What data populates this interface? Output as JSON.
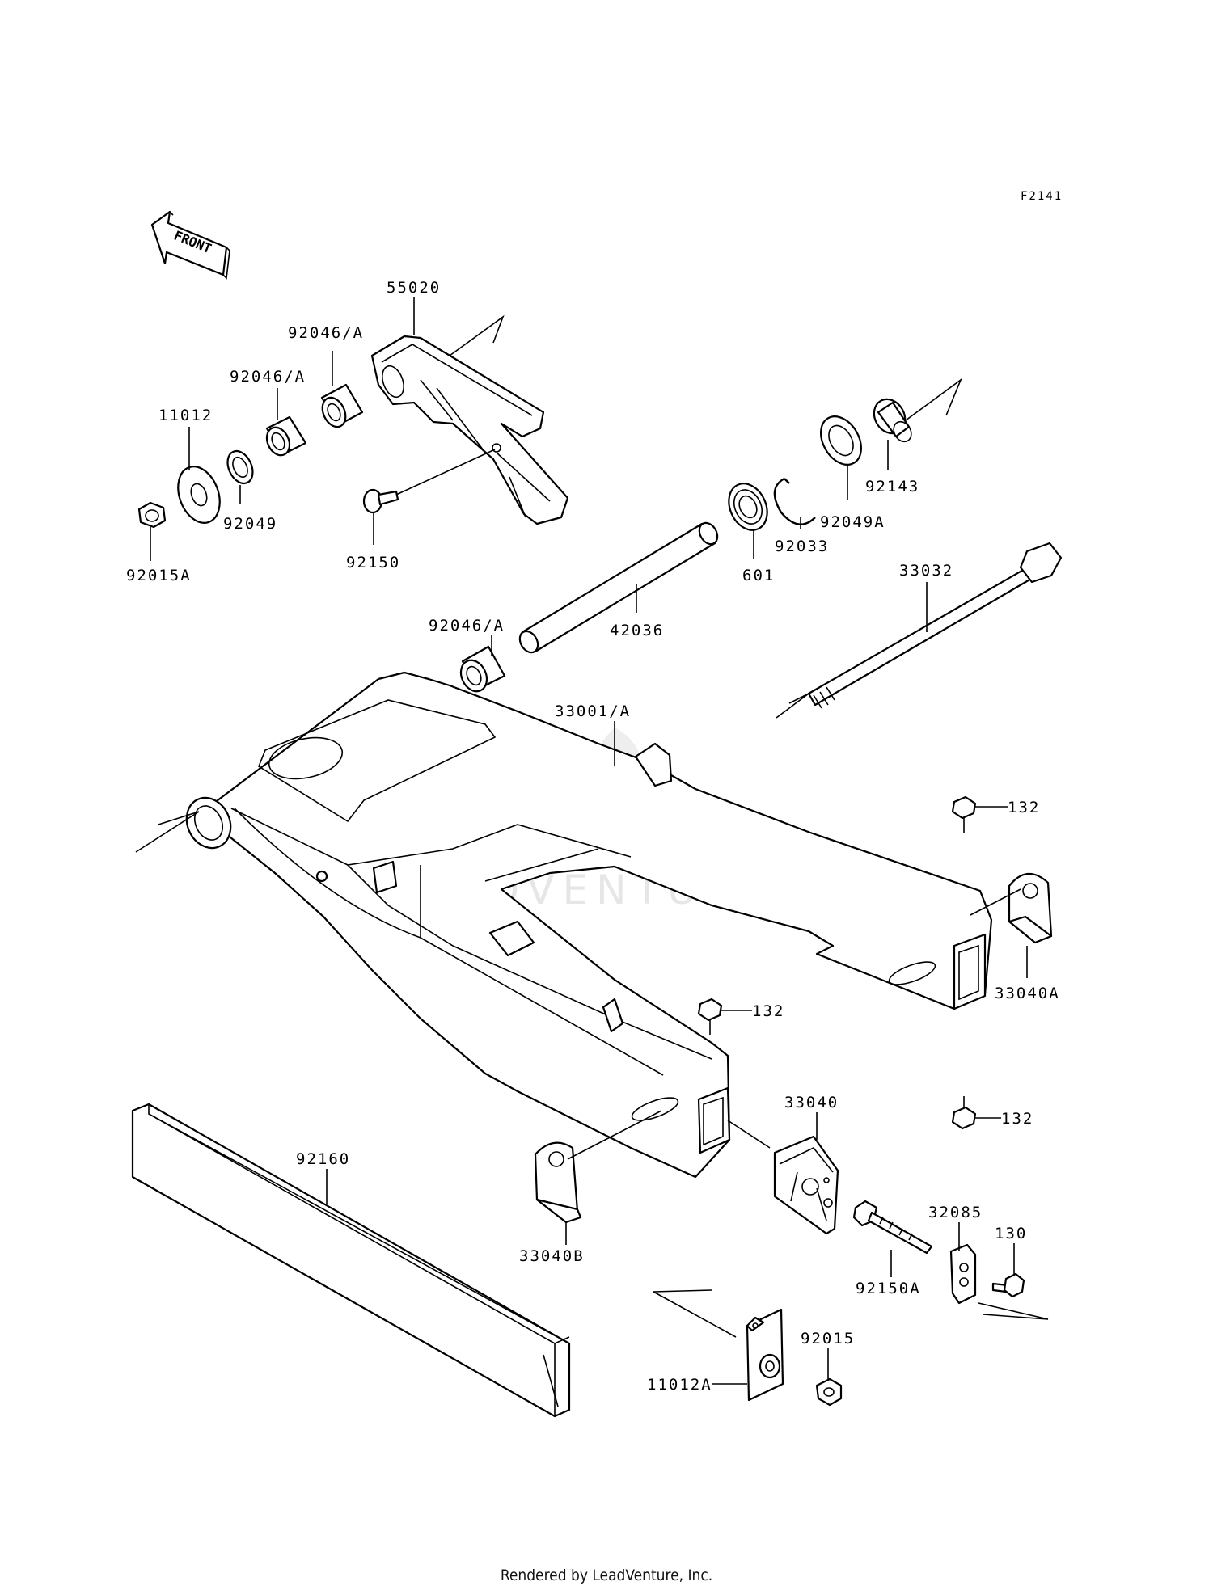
{
  "diagram_code": "F2141",
  "direction_label": "FRONT",
  "watermark": "LEADVENTURE",
  "footer": "Rendered by LeadVenture, Inc.",
  "labels": {
    "p55020": "55020",
    "p92046a_1": "92046/A",
    "p92046a_2": "92046/A",
    "p92046a_3": "92046/A",
    "p11012": "11012",
    "p92049": "92049",
    "p92015a": "92015A",
    "p92150": "92150",
    "p92143": "92143",
    "p92049a": "92049A",
    "p92033": "92033",
    "p601": "601",
    "p42036": "42036",
    "p33032": "33032",
    "p33001a": "33001/A",
    "p132_1": "132",
    "p132_2": "132",
    "p132_3": "132",
    "p33040a": "33040A",
    "p33040": "33040",
    "p92160": "92160",
    "p33040b": "33040B",
    "p32085": "32085",
    "p130": "130",
    "p92150a": "92150A",
    "p92015": "92015",
    "p11012a": "11012A"
  }
}
